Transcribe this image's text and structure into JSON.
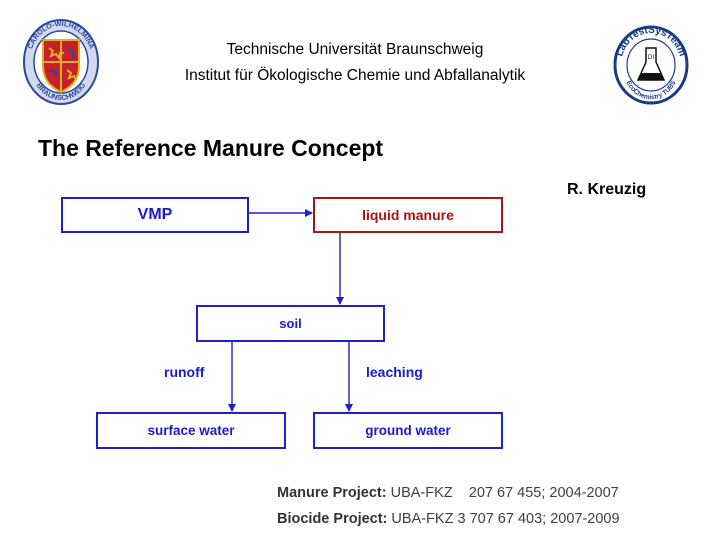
{
  "header": {
    "university": "Technische Universität Braunschweig",
    "institute": "Institut für Ökologische Chemie und Abfallanalytik"
  },
  "title": "The Reference Manure Concept",
  "author": "R. Kreuzig",
  "diagram": {
    "nodes": {
      "vmp": "VMP",
      "liquid_manure": "liquid manure",
      "soil": "soil",
      "surface_water": "surface water",
      "ground_water": "ground water"
    },
    "edge_labels": {
      "runoff": "runoff",
      "leaching": "leaching"
    }
  },
  "projects": {
    "manure": {
      "label": "Manure Project:",
      "text": " UBA-FKZ    207 67 455; 2004-2007"
    },
    "biocide": {
      "label": "Biocide Project:",
      "text": " UBA-FKZ 3 707 67 403; 2007-2009"
    }
  },
  "logos": {
    "left_seal": "CAROLO-WILHELMINA BRAUNSCHWEIG",
    "right_badge_top": "LabTestSysTeam",
    "right_badge_bottom": "EcoChemistry TUBS",
    "right_badge_center": "DI"
  },
  "colors": {
    "box_border": "#2020c8",
    "box_text": "#1a1ad6",
    "highlight_border": "#a01818",
    "highlight_text": "#b01010",
    "seal_red": "#c8202a",
    "seal_gold": "#e0b020",
    "seal_blue": "#2a4aa0"
  }
}
